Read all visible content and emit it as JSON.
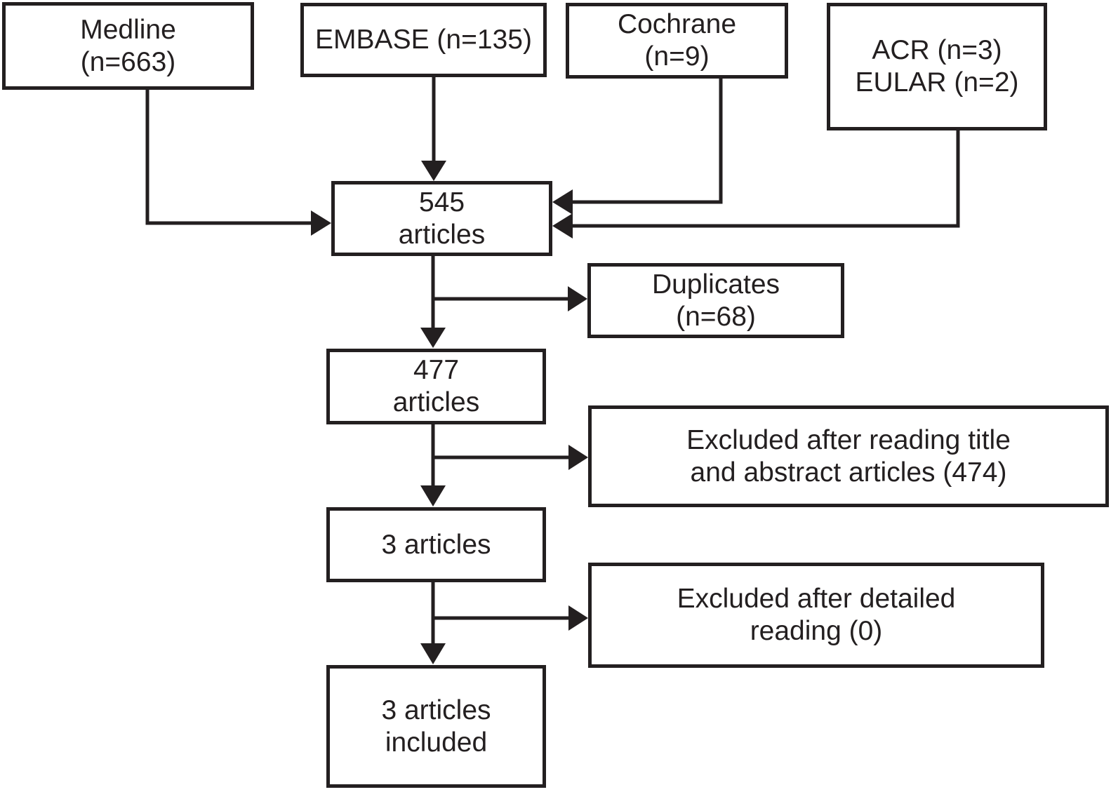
{
  "diagram_type": "flowchart",
  "colors": {
    "stroke": "#231f20",
    "text": "#231f20",
    "background": "#ffffff"
  },
  "nodes": {
    "medline": {
      "line1": "Medline",
      "line2": "(n=663)"
    },
    "embase": {
      "line1": "EMBASE (n=135)"
    },
    "cochrane": {
      "line1": "Cochrane",
      "line2": "(n=9)"
    },
    "acr_eular": {
      "line1": "ACR (n=3)",
      "line2": "EULAR (n=2)"
    },
    "articles_545": {
      "line1": "545",
      "line2": "articles"
    },
    "duplicates": {
      "line1": "Duplicates",
      "line2": "(n=68)"
    },
    "articles_477": {
      "line1": "477",
      "line2": "articles"
    },
    "excluded_title_abstract": {
      "line1": "Excluded after reading title",
      "line2": "and abstract articles (474)"
    },
    "articles_3": {
      "line1": "3 articles"
    },
    "excluded_detailed": {
      "line1": "Excluded after detailed",
      "line2": "reading (0)"
    },
    "articles_3_included": {
      "line1": "3 articles",
      "line2": "included"
    }
  },
  "edges": [
    {
      "from": "medline",
      "to": "articles_545"
    },
    {
      "from": "embase",
      "to": "articles_545"
    },
    {
      "from": "cochrane",
      "to": "articles_545"
    },
    {
      "from": "acr_eular",
      "to": "articles_545"
    },
    {
      "from": "articles_545",
      "to": "duplicates"
    },
    {
      "from": "articles_545",
      "to": "articles_477"
    },
    {
      "from": "articles_477",
      "to": "excluded_title_abstract"
    },
    {
      "from": "articles_477",
      "to": "articles_3"
    },
    {
      "from": "articles_3",
      "to": "excluded_detailed"
    },
    {
      "from": "articles_3",
      "to": "articles_3_included"
    }
  ]
}
